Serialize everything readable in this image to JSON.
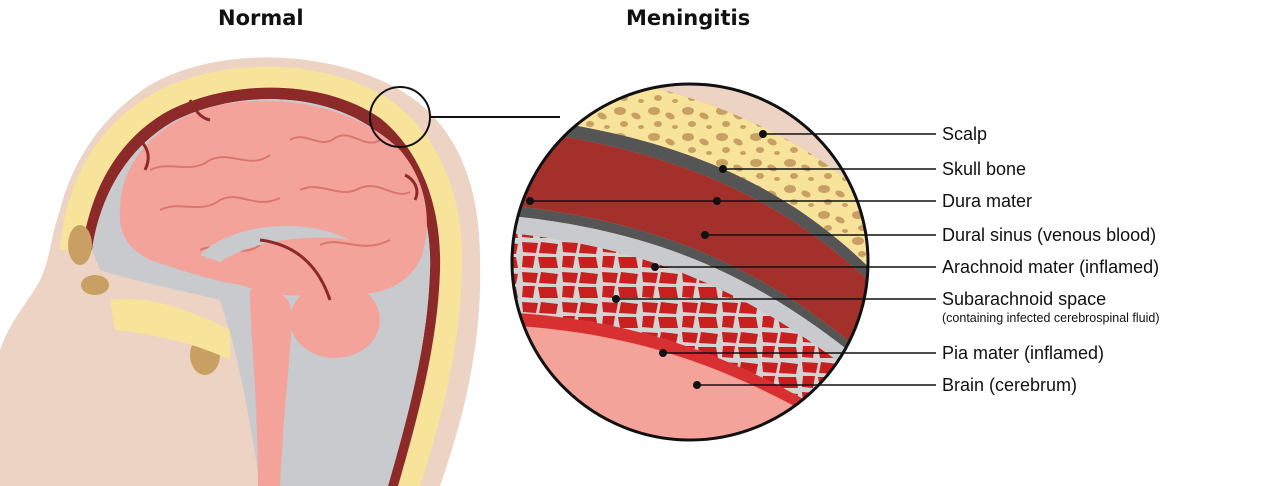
{
  "titles": {
    "left": "Normal",
    "right": "Meningitis"
  },
  "labels": [
    {
      "text": "Scalp"
    },
    {
      "text": "Skull bone"
    },
    {
      "text": "Dura mater"
    },
    {
      "text": "Dural sinus (venous blood)"
    },
    {
      "text": "Arachnoid mater (inflamed)"
    },
    {
      "text": "Subarachnoid space",
      "sub": "(containing infected cerebrospinal fluid)"
    },
    {
      "text": "Pia mater (inflamed)"
    },
    {
      "text": "Brain (cerebrum)"
    }
  ],
  "colors": {
    "scalp": "#ecd3c4",
    "bone": "#f7e49a",
    "bone_holes": "#c9a063",
    "dura": "#8c2a2a",
    "sinus": "#a3302b",
    "csf": "#c8cacd",
    "brain": "#f4a39b",
    "infected": "#c81f1f",
    "pia": "#d83030"
  }
}
